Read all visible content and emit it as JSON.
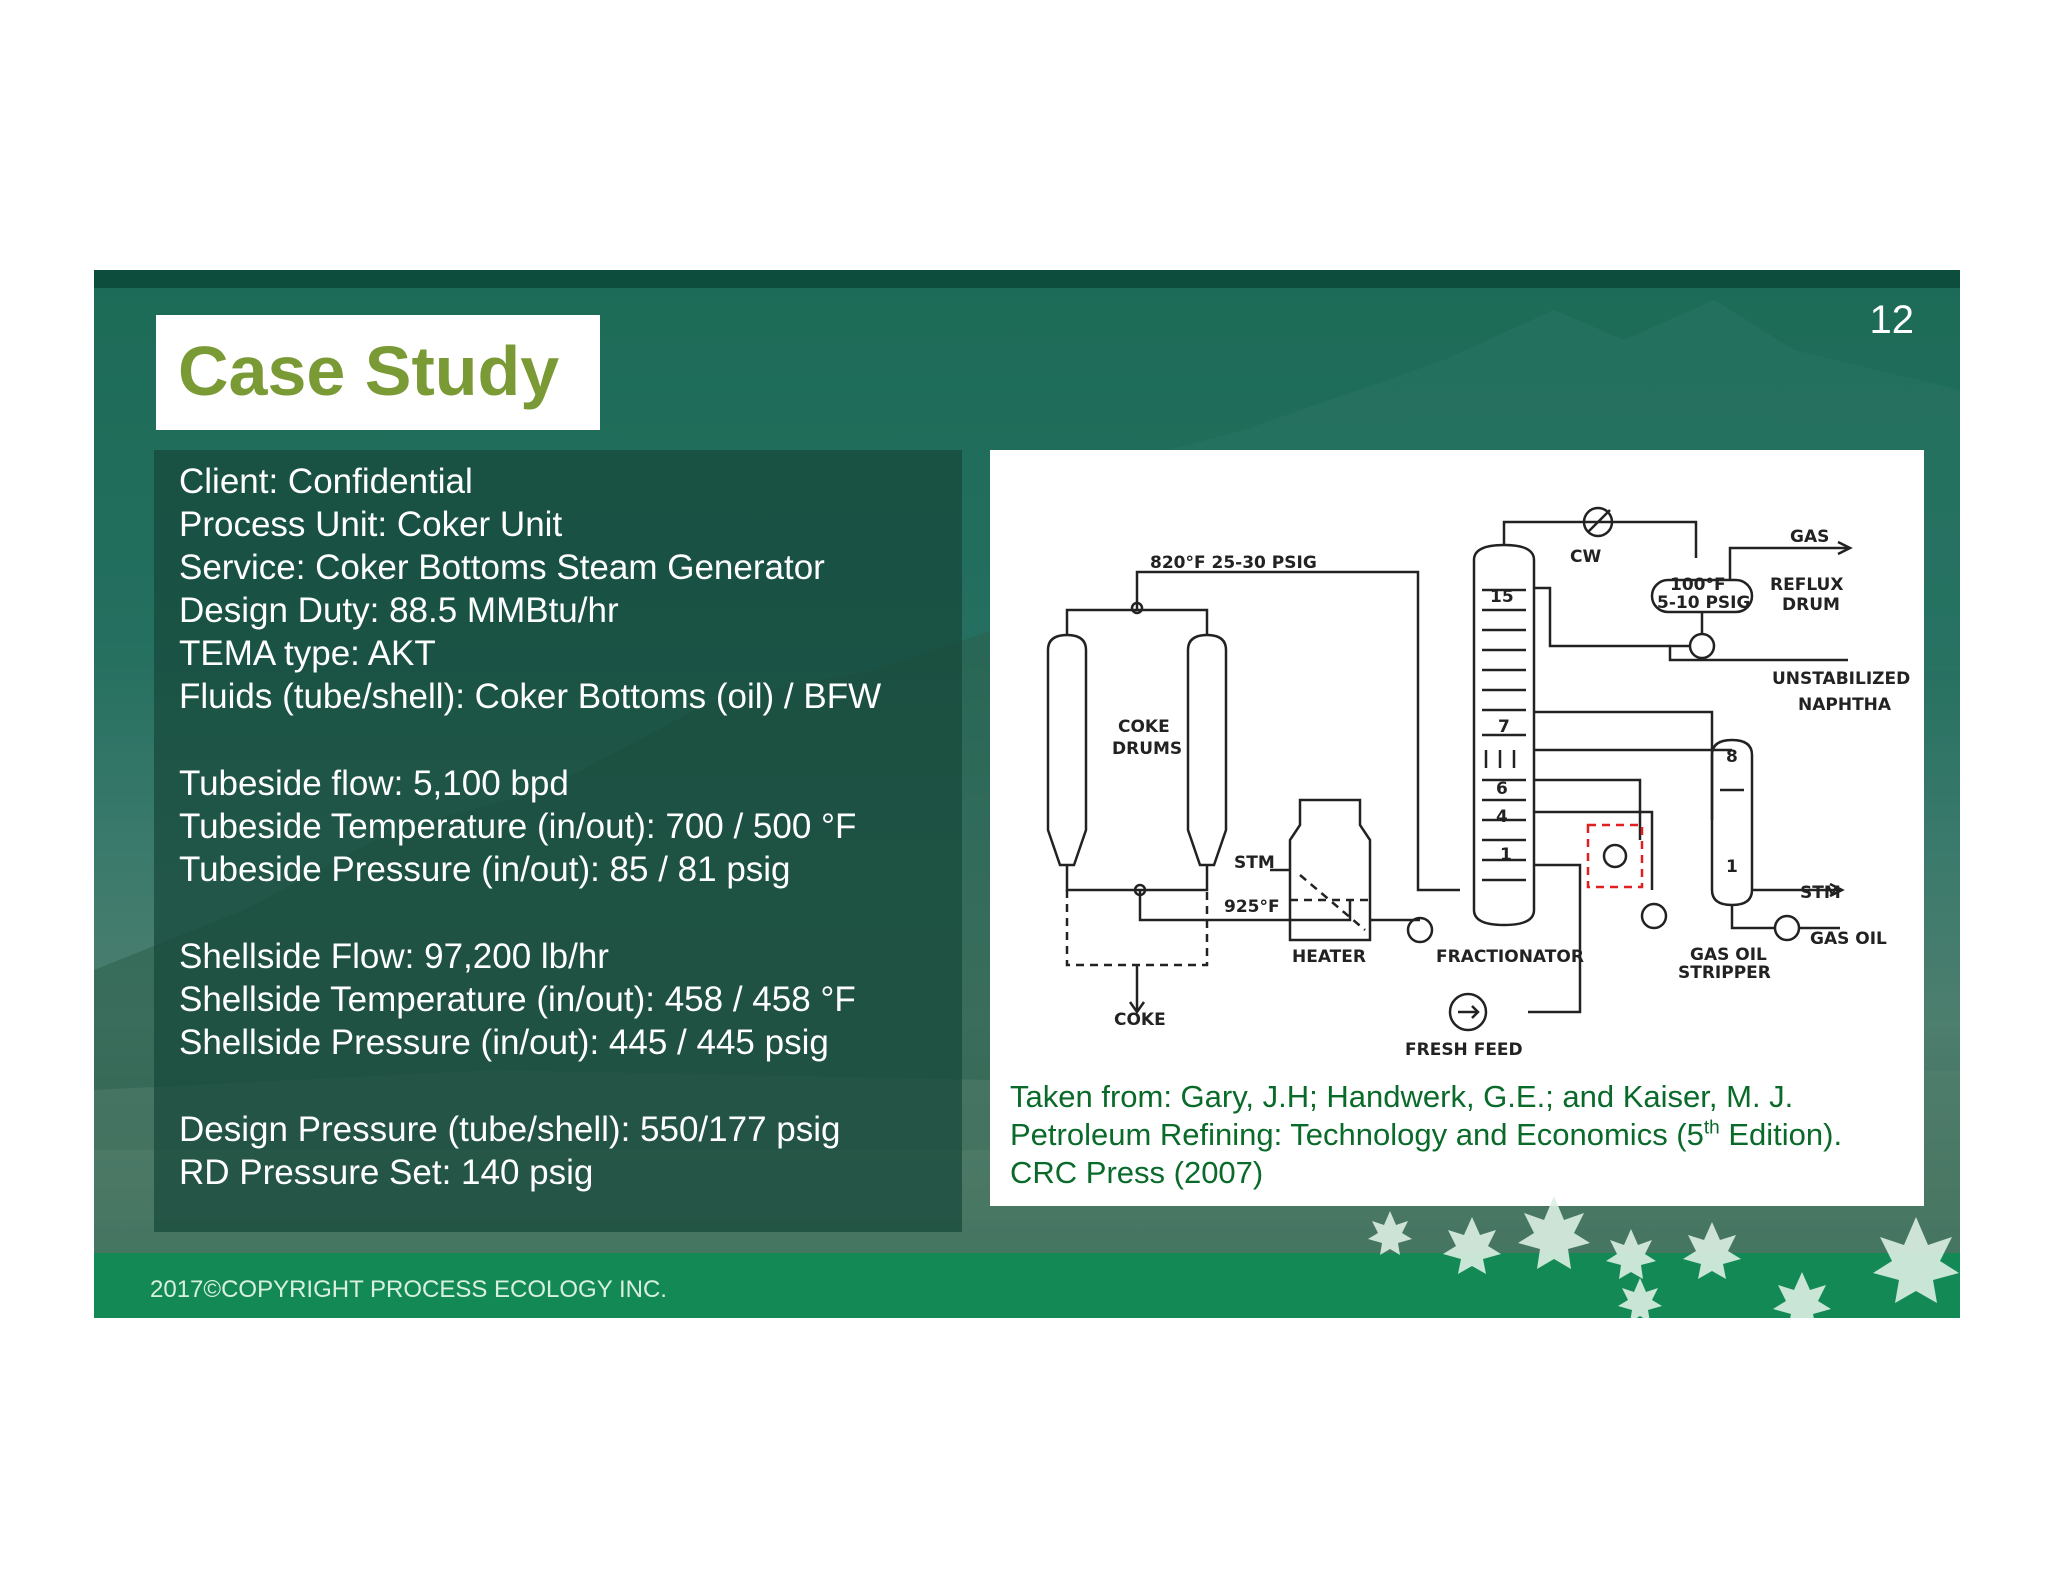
{
  "slide": {
    "title": "Case Study",
    "page_number": "12",
    "footer": "2017©COPYRIGHT PROCESS ECOLOGY INC."
  },
  "info": {
    "client": "Client: Confidential",
    "process_unit": "Process Unit: Coker Unit",
    "service": "Service: Coker Bottoms Steam Generator",
    "design_duty": "Design Duty: 88.5 MMBtu/hr",
    "tema_type": "TEMA type: AKT",
    "fluids": "Fluids (tube/shell): Coker Bottoms (oil) / BFW",
    "tube_flow": "Tubeside flow: 5,100 bpd",
    "tube_temp": "Tubeside Temperature (in/out): 700 / 500 °F",
    "tube_pressure": "Tubeside  Pressure (in/out): 85 / 81 psig",
    "shell_flow": "Shellside Flow: 97,200 lb/hr",
    "shell_temp": "Shellside Temperature (in/out):  458 / 458 °F",
    "shell_pressure": "Shellside  Pressure (in/out): 445 / 445 psig",
    "design_pressure": "Design Pressure (tube/shell): 550/177 psig",
    "rd_pressure": "RD Pressure Set: 140 psig"
  },
  "diagram": {
    "labels": {
      "vapor_line": "820°F  25-30 PSIG",
      "coke_drums_1": "COKE",
      "coke_drums_2": "DRUMS",
      "stm_heater": "STM",
      "temp_925": "925°F",
      "heater": "HEATER",
      "fractionator": "FRACTIONATOR",
      "coke": "COKE",
      "fresh_feed": "FRESH FEED",
      "cw": "CW",
      "gas": "GAS",
      "drum_temp": "100°F",
      "drum_pressure": "5-10 PSIG",
      "reflux_1": "REFLUX",
      "reflux_2": "DRUM",
      "unstab_1": "UNSTABILIZED",
      "unstab_2": "NAPHTHA",
      "stm_stripper": "STM",
      "gas_oil": "GAS OIL",
      "stripper_1": "GAS OIL",
      "stripper_2": "STRIPPER",
      "tray_15": "15",
      "tray_7": "7",
      "tray_6": "6",
      "tray_4": "4",
      "tray_1": "1",
      "stripper_tray_8": "8",
      "stripper_tray_1": "1"
    },
    "caption_line1": "Taken from: Gary, J.H; Handwerk, G.E.; and Kaiser, M. J.",
    "caption_line2_a": "Petroleum Refining: Technology and Economics (5",
    "caption_line2_sup": "th",
    "caption_line2_b": " Edition).",
    "caption_line3": "CRC Press (2007)",
    "highlight_color": "#e02020"
  },
  "colors": {
    "title_green": "#7a9a36",
    "footer_green": "#138a55",
    "caption_green": "#0a6a2a"
  }
}
